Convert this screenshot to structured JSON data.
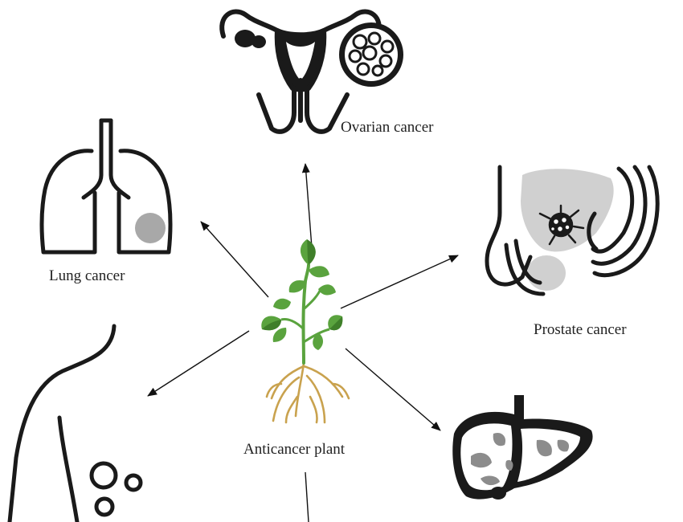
{
  "diagram": {
    "center": {
      "label": "Anticancer plant",
      "icon": "plant-icon"
    },
    "targets": [
      {
        "id": "ovarian",
        "label": "Ovarian cancer",
        "icon": "uterus-ovary-icon"
      },
      {
        "id": "lung",
        "label": "Lung cancer",
        "icon": "lungs-icon"
      },
      {
        "id": "prostate",
        "label": "Prostate cancer",
        "icon": "prostate-icon"
      },
      {
        "id": "breast",
        "label": "",
        "icon": "breast-torso-icon"
      },
      {
        "id": "liver",
        "label": "",
        "icon": "liver-icon"
      }
    ],
    "colors": {
      "outline": "#1a1a1a",
      "tumor_gray": "#a8a8a8",
      "light_gray": "#d0d0d0",
      "leaf_green": "#5aa33e",
      "leaf_dark": "#3f7f2a",
      "root_tan": "#c9a24e"
    }
  }
}
